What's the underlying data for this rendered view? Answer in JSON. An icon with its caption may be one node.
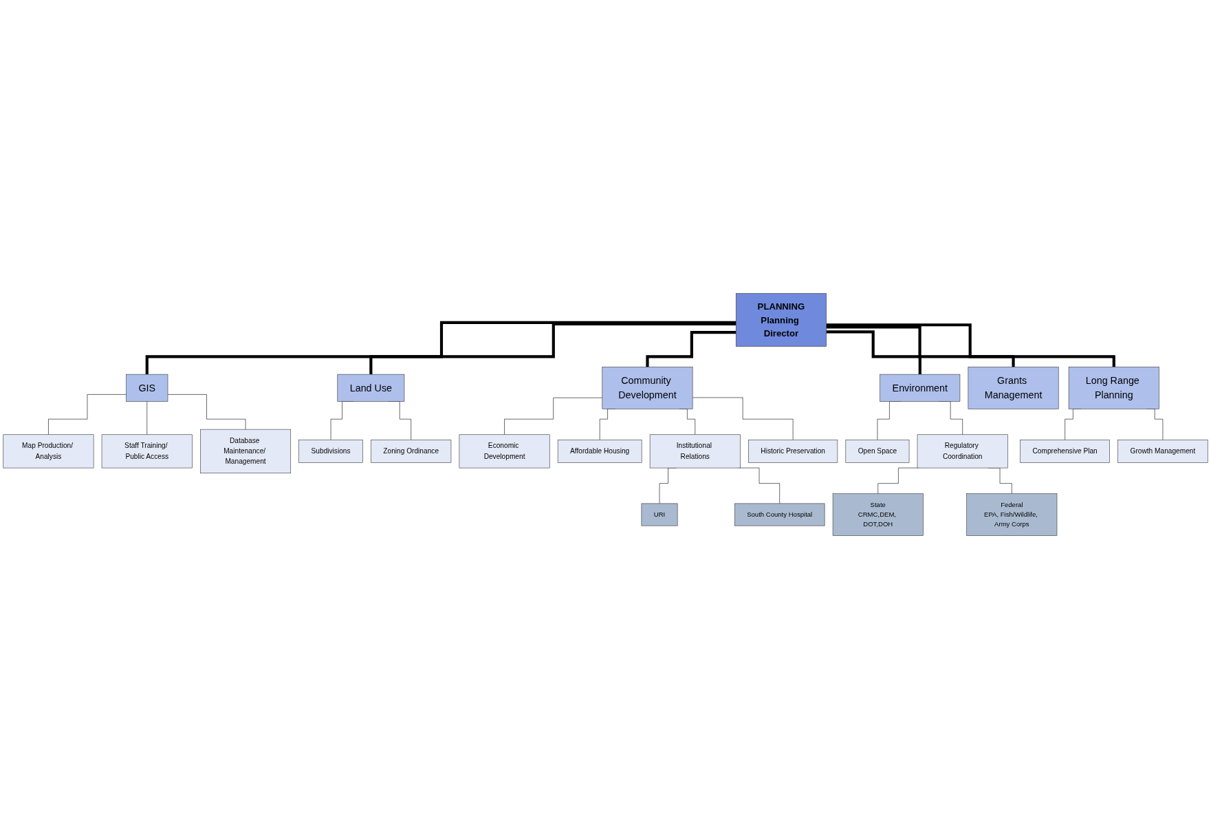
{
  "diagram": {
    "nodes": [
      {
        "text": [
          "PLANNING",
          "Planning Director"
        ]
      },
      {
        "text": [
          "GIS"
        ]
      },
      {
        "text": [
          "Land Use"
        ]
      },
      {
        "text": [
          "Community Development"
        ]
      },
      {
        "text": [
          "Map Production/ Analysis"
        ]
      },
      {
        "text": [
          "Staff Training/ Public Access"
        ]
      },
      {
        "text": [
          "Database Maintenance/ Management"
        ]
      },
      {
        "text": [
          "Subdivisions"
        ]
      },
      {
        "text": [
          "Zoning Ordinance"
        ]
      },
      {
        "text": [
          "Economic Development"
        ]
      },
      {
        "text": [
          "Affordable Housing"
        ]
      },
      {
        "text": [
          "Institutional Relations"
        ]
      },
      {
        "text": [
          "Historic Preservation"
        ]
      },
      {
        "text": [
          "URI"
        ]
      },
      {
        "text": [
          "South County Hospital"
        ]
      },
      {
        "text": [
          "Environment"
        ]
      },
      {
        "text": [
          "Grants Management"
        ]
      },
      {
        "text": [
          "Long Range Planning"
        ]
      },
      {
        "text": [
          "Open Space"
        ]
      },
      {
        "text": [
          "Regulatory Coordination"
        ]
      },
      {
        "text": [
          "Comprehensive Plan"
        ]
      },
      {
        "text": [
          "Growth Management"
        ]
      },
      {
        "text": [
          "State",
          "CRMC,DEM, DOT,DOH"
        ]
      },
      {
        "text": [
          "Federal",
          "EPA, Fish/Wildlife, Army Corps"
        ]
      }
    ],
    "edges": [
      {
        "from": 0,
        "to": 1,
        "arrow": "none",
        "style": "thick"
      },
      {
        "from": 0,
        "to": 2,
        "arrow": "none",
        "style": "thick"
      },
      {
        "from": 0,
        "to": 3,
        "arrow": "none",
        "style": "thick"
      },
      {
        "from": 1,
        "to": 4,
        "arrow": "none"
      },
      {
        "from": 1,
        "to": 5,
        "arrow": "none"
      },
      {
        "from": 1,
        "to": 6,
        "arrow": "none"
      },
      {
        "from": 2,
        "to": 7,
        "arrow": "none"
      },
      {
        "from": 2,
        "to": 8,
        "arrow": "none"
      },
      {
        "from": 3,
        "to": 9,
        "arrow": "none"
      },
      {
        "from": 3,
        "to": 10,
        "arrow": "none"
      },
      {
        "from": 3,
        "to": 11,
        "arrow": "none"
      },
      {
        "from": 3,
        "to": 12,
        "arrow": "none"
      },
      {
        "from": 11,
        "to": 13,
        "arrow": "none"
      },
      {
        "from": 11,
        "to": 14,
        "arrow": "none"
      },
      {
        "from": 0,
        "to": 15,
        "arrow": "none",
        "style": "thick"
      },
      {
        "from": 0,
        "to": 16,
        "arrow": "none",
        "style": "thick"
      },
      {
        "from": 0,
        "to": 17,
        "arrow": "none",
        "style": "thick"
      },
      {
        "from": 15,
        "to": 18,
        "arrow": "none"
      },
      {
        "from": 15,
        "to": 19,
        "arrow": "none"
      },
      {
        "from": 17,
        "to": 20,
        "arrow": "none"
      },
      {
        "from": 17,
        "to": 21,
        "arrow": "none"
      },
      {
        "from": 19,
        "to": 22,
        "arrow": "none"
      },
      {
        "from": 19,
        "to": 23,
        "arrow": "none"
      }
    ]
  }
}
